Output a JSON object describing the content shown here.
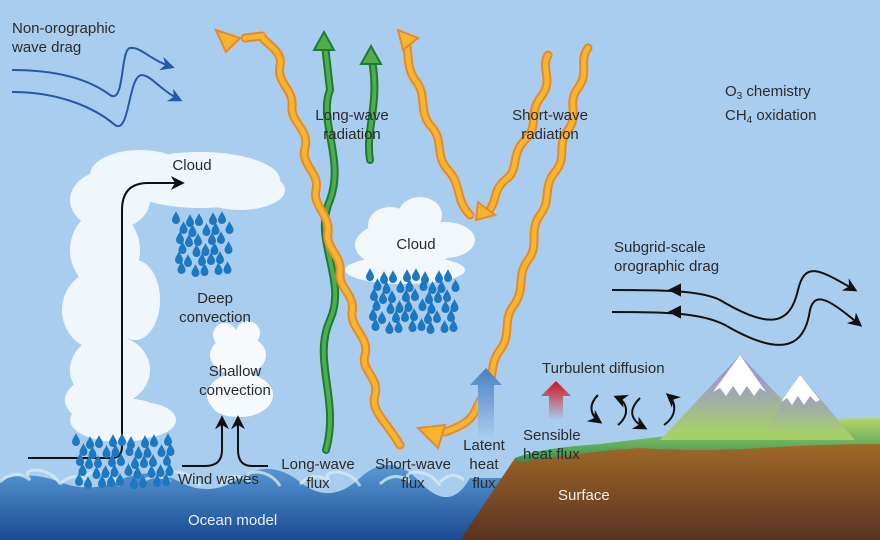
{
  "diagram": {
    "title": "Climate model physical processes",
    "labels": {
      "non_orographic_line1": "Non-orographic",
      "non_orographic_line2": "wave drag",
      "o3_prefix": "O",
      "o3_sub": "3",
      "o3_suffix": " chemistry",
      "ch4_prefix": "CH",
      "ch4_sub": "4",
      "ch4_suffix": " oxidation",
      "longwave_radiation_line1": "Long-wave",
      "longwave_radiation_line2": "radiation",
      "shortwave_radiation_line1": "Short-wave",
      "shortwave_radiation_line2": "radiation",
      "cloud_upper": "Cloud",
      "cloud_middle": "Cloud",
      "deep_convection_line1": "Deep",
      "deep_convection_line2": "convection",
      "shallow_convection_line1": "Shallow",
      "shallow_convection_line2": "convection",
      "wind_waves": "Wind waves",
      "longwave_flux_line1": "Long-wave",
      "longwave_flux_line2": "flux",
      "shortwave_flux_line1": "Short-wave",
      "shortwave_flux_line2": "flux",
      "latent_heat_line1": "Latent",
      "latent_heat_line2": "heat",
      "latent_heat_line3": "flux",
      "sensible_heat_line1": "Sensible",
      "sensible_heat_line2": "heat flux",
      "turbulent_diffusion": "Turbulent diffusion",
      "subgrid_line1": "Subgrid-scale",
      "subgrid_line2": "orographic drag",
      "surface": "Surface",
      "ocean_model": "Ocean model"
    },
    "colors": {
      "sky": "#a9cdef",
      "shortwave": "#f5b52e",
      "shortwave_outline": "#e8892a",
      "longwave": "#3aa14a",
      "longwave_outline": "#1f7a3a",
      "wave_drag": "#2857a6",
      "rain": "#1d78c1",
      "latent_arrow": "#4f86c6",
      "sensible_arrow": "#d2161e",
      "ocean_top": "#4a8fd0",
      "ocean_bottom": "#1d4f98",
      "soil_top": "#a7712b",
      "soil_bottom": "#5b3224",
      "grass": "#2f9a55",
      "mountain": "#9c9ad1",
      "snow": "#ffffff"
    }
  }
}
